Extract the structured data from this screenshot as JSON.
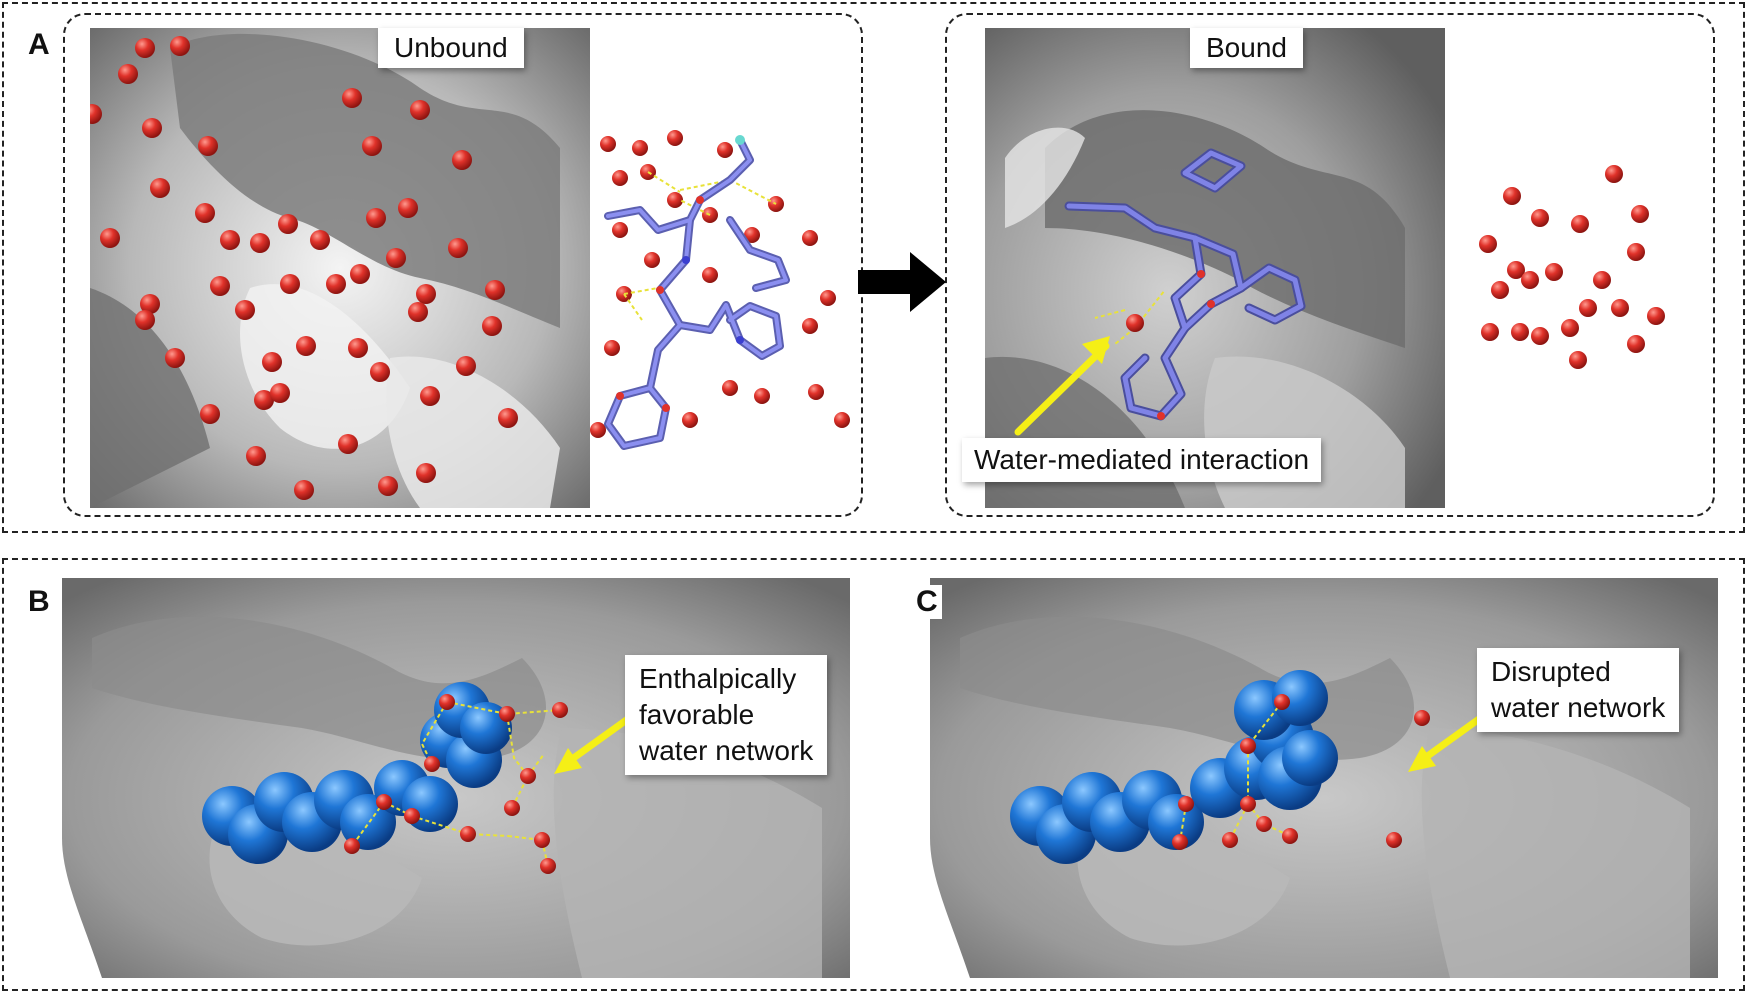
{
  "panels": {
    "a": {
      "letter": "A",
      "unbound_label": "Unbound",
      "bound_label": "Bound",
      "callout": "Water-mediated interaction"
    },
    "b": {
      "letter": "B",
      "callout_lines": [
        "Enthalpically",
        "favorable",
        "water network"
      ]
    },
    "c": {
      "letter": "C",
      "callout_lines": [
        "Disrupted",
        "water network"
      ]
    }
  },
  "colors": {
    "protein_surface": "#a9a9a9",
    "water": "#d8312c",
    "ligand_stick": "#7b7fd6",
    "ligand_sphere": "#1f6fd1",
    "hbond": "#e8e23a",
    "arrow_pointer": "#f5ef16",
    "arrow_transition": "#000000"
  },
  "icons": [
    "transition-arrow",
    "yellow-pointer-arrow"
  ]
}
